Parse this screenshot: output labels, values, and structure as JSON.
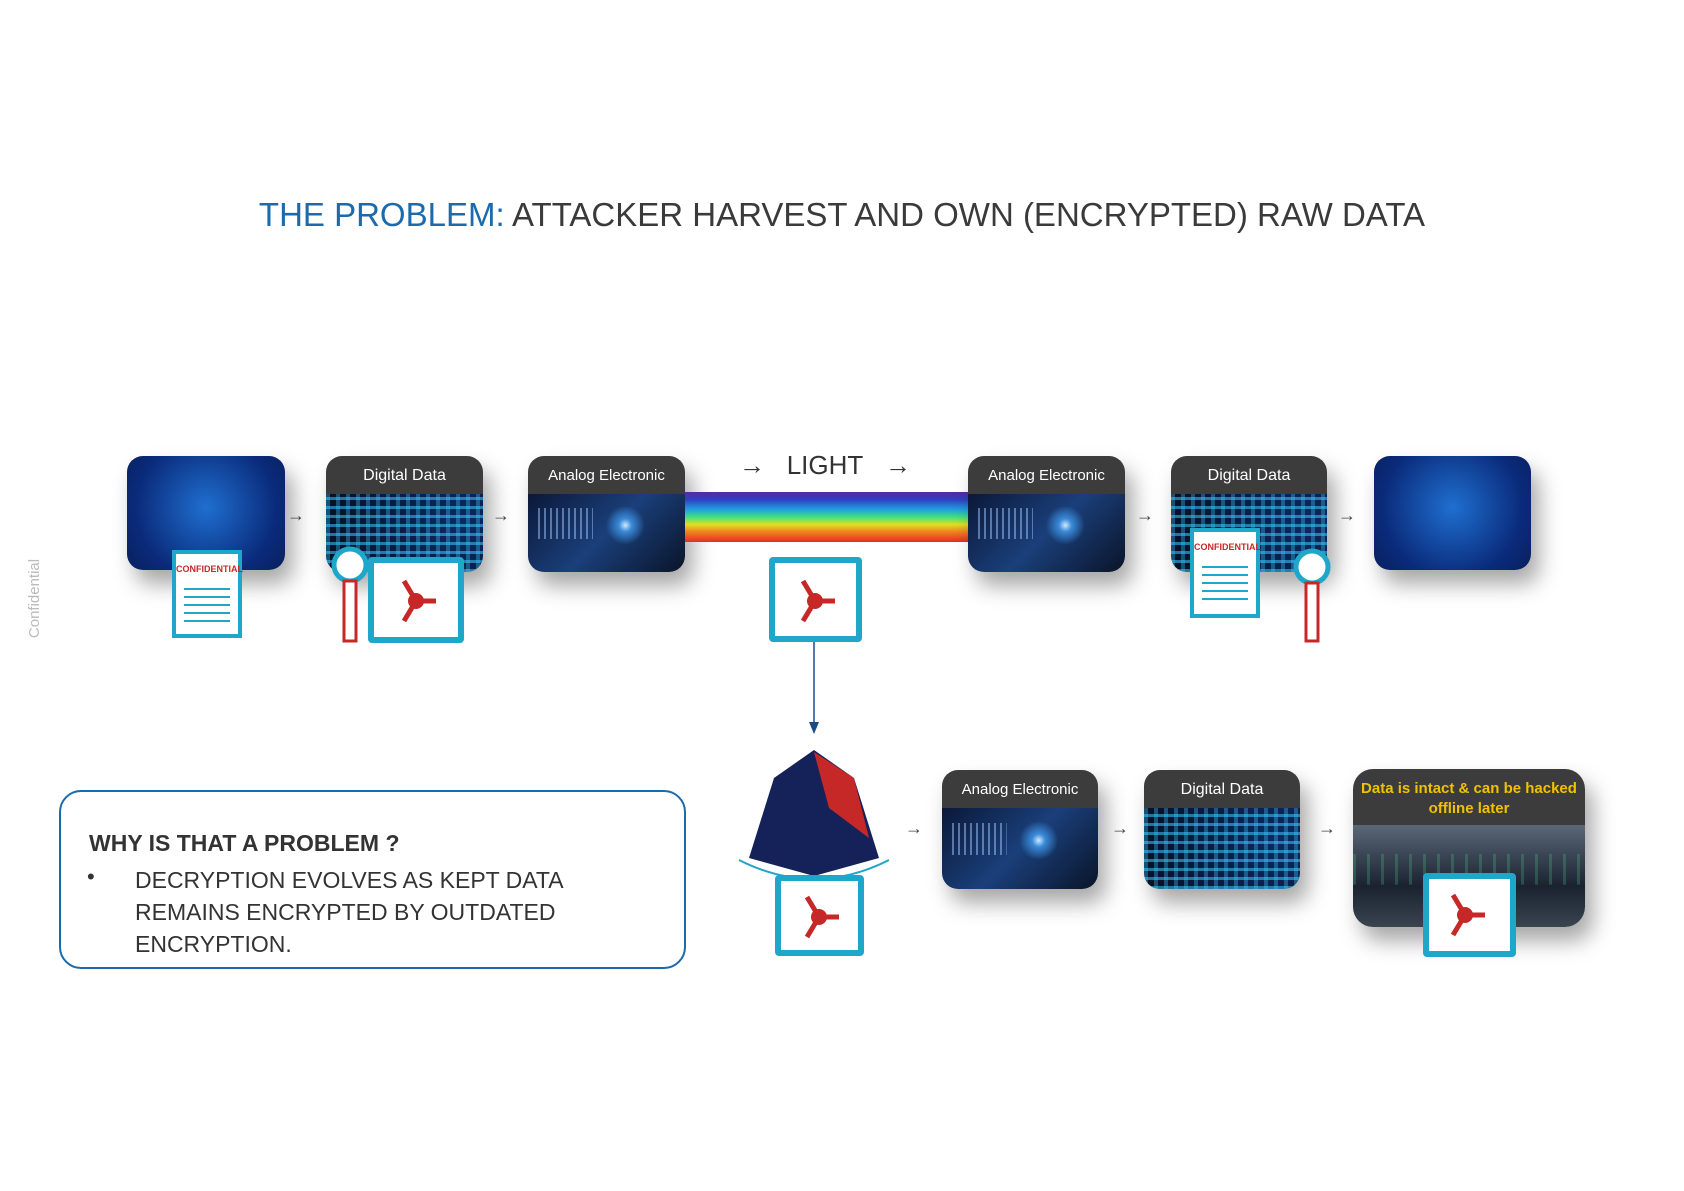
{
  "title": {
    "highlight": "THE PROBLEM:",
    "rest": " ATTACKER HARVEST AND OWN (ENCRYPTED) RAW DATA"
  },
  "watermark": "Confidential",
  "flow": {
    "light_label": "LIGHT",
    "digital_data": "Digital Data",
    "analog_electronic": "Analog Electronic",
    "confidential": "CONFIDENTIAL",
    "final_caption": "Data is intact & can be hacked offline later"
  },
  "problem": {
    "heading": "WHY IS THAT A PROBLEM ?",
    "bullet": "•",
    "text": "DECRYPTION EVOLVES AS KEPT DATA REMAINS ENCRYPTED BY OUTDATED ENCRYPTION."
  },
  "colors": {
    "accent": "#1a6aac",
    "safe": "#1fa7c9",
    "lock": "#c62828",
    "caption": "#f2c200"
  }
}
